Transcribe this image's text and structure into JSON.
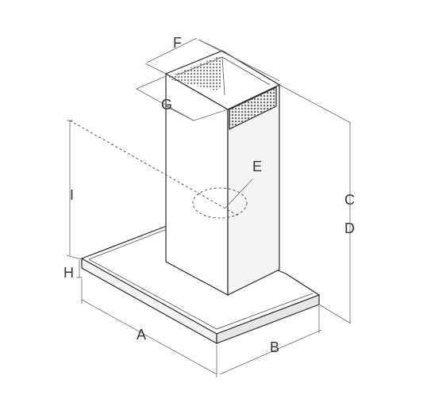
{
  "labels": {
    "A": "A",
    "B": "B",
    "C": "C",
    "D": "D",
    "E": "E",
    "F": "F",
    "G": "G",
    "H": "H",
    "I": "I"
  },
  "colors": {
    "outline": "#2a2a2a",
    "grille": "#6e6e6e",
    "dimension": "#666666"
  }
}
